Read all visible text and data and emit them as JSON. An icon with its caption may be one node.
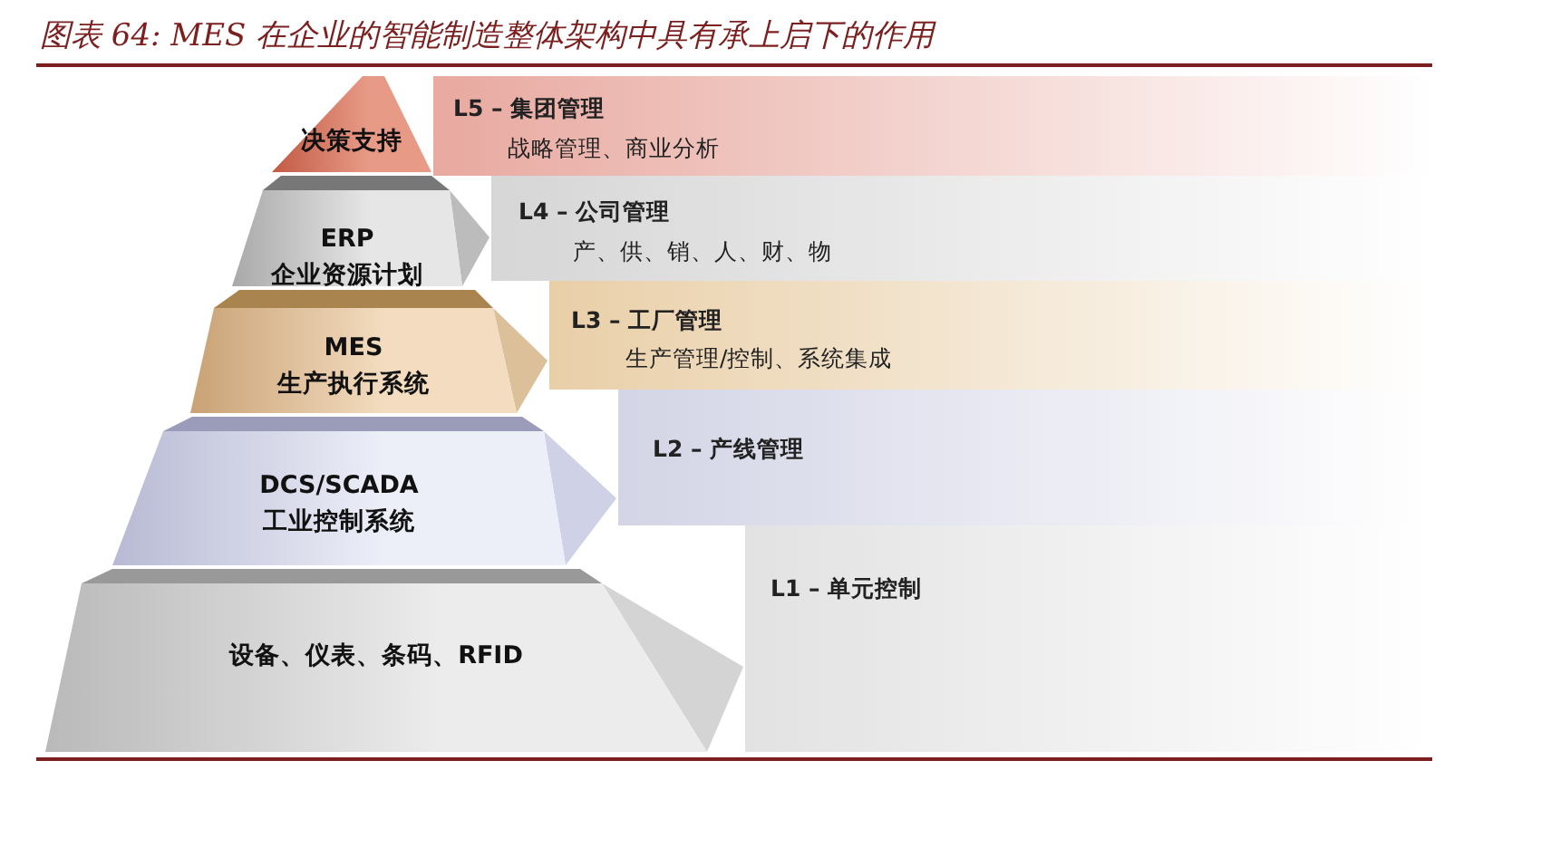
{
  "diagram": {
    "title": "图表 64: MES 在企业的智能制造整体架构中具有承上启下的作用",
    "nodes": [
      {
        "text": [
          "决策支持"
        ]
      },
      {
        "text": [
          "L5 – 集团管理",
          "战略管理、商业分析"
        ]
      },
      {
        "text": [
          "ERP",
          "企业资源计划"
        ]
      },
      {
        "text": [
          "L4 – 公司管理",
          "产、供、销、人、财、物"
        ]
      },
      {
        "text": [
          "MES",
          "生产执行系统"
        ]
      },
      {
        "text": [
          "L3 – 工厂管理",
          "生产管理/控制、系统集成"
        ]
      },
      {
        "text": [
          "DCS/SCADA",
          "工业控制系统"
        ]
      },
      {
        "text": [
          "L2 – 产线管理"
        ]
      },
      {
        "text": [
          "设备、仪表、条码、RFID"
        ]
      },
      {
        "text": [
          "L1 – 单元控制"
        ]
      }
    ]
  }
}
